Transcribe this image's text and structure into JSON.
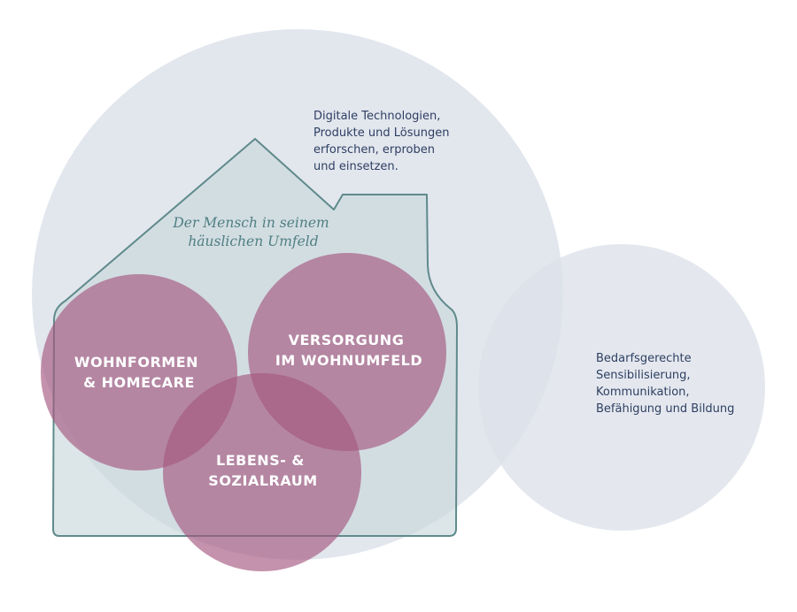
{
  "colors": {
    "big_circle": "#dde2ea",
    "house_fill": "#c9d8dc",
    "house_stroke": "#5f8a8b",
    "pink_circle": "#a5587f",
    "text_blue": "#2e3f63",
    "text_teal": "#4f7f82"
  },
  "digital": {
    "lines": [
      "Digitale Technologien,",
      "Produkte und Lösungen",
      "erforschen, erproben",
      "und einsetzen."
    ]
  },
  "house": {
    "lines": [
      "Der Mensch in seinem",
      "häuslichen Umfeld"
    ]
  },
  "circles": {
    "wohnformen": [
      "WOHNFORMEN",
      "& HOMECARE"
    ],
    "versorgung": [
      "VERSORGUNG",
      "IM WOHNUMFELD"
    ],
    "lebensraum": [
      "LEBENS- &",
      "SOZIALRAUM"
    ]
  },
  "bedarf": {
    "lines": [
      "Bedarfsgerechte",
      "Sensibilisierung,",
      "Kommunikation,",
      "Befähigung und Bildung"
    ]
  }
}
